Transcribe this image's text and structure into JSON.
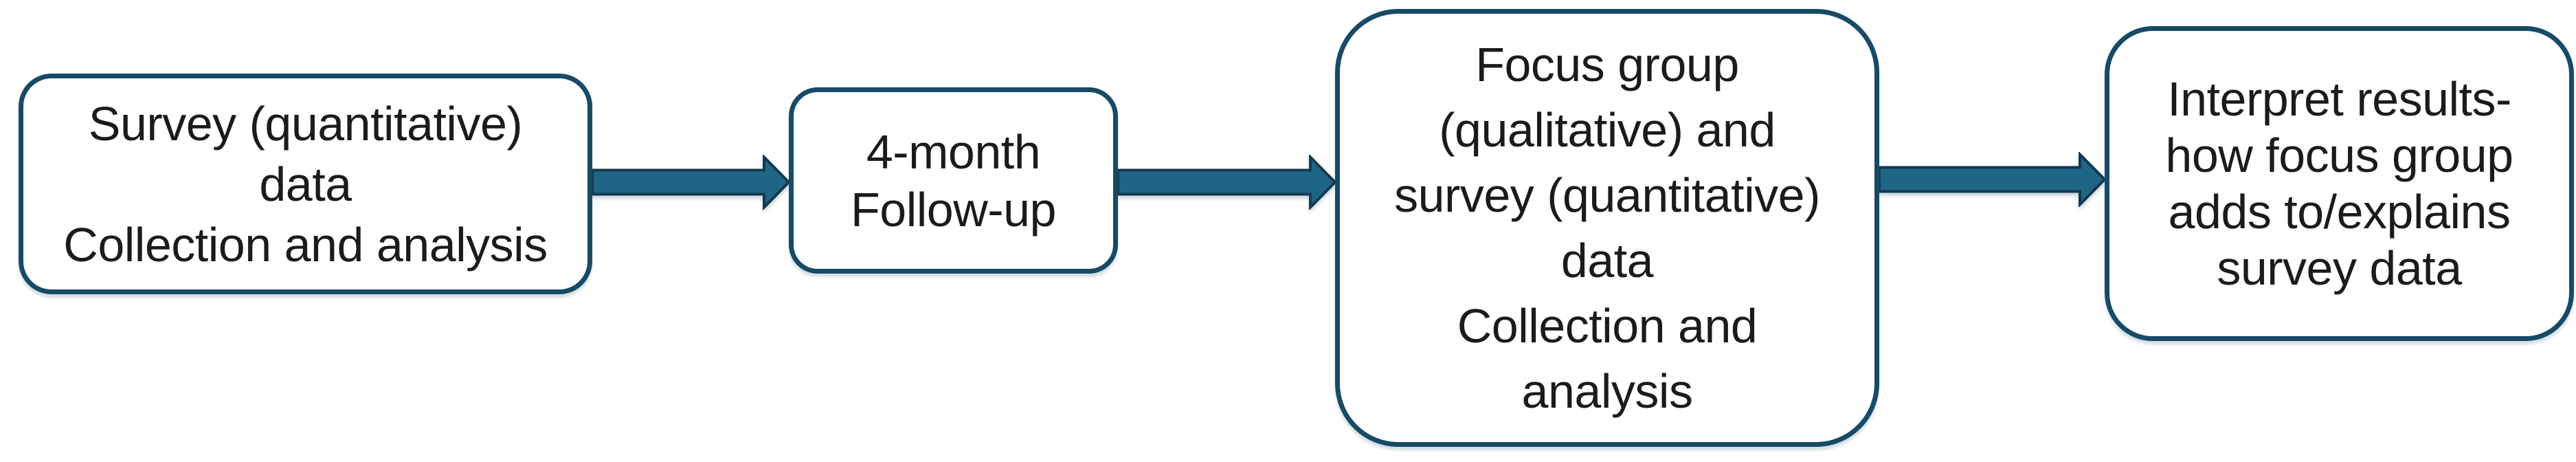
{
  "diagram": {
    "type": "flowchart",
    "direction": "left-to-right",
    "colors": {
      "background": "#ffffff",
      "node_fill": "#ffffff",
      "outline": "#174a66",
      "arrow_fill": "#1f6586",
      "arrow_stroke": "#14394f",
      "text": "#1b1b1b"
    },
    "nodes": [
      {
        "id": "step-1",
        "label": "Survey (quantitative)\ndata\nCollection and analysis"
      },
      {
        "id": "step-2",
        "label": "4-month\nFollow-up"
      },
      {
        "id": "step-3",
        "label": "Focus group\n(qualitative) and\nsurvey (quantitative)\ndata\nCollection and\nanalysis"
      },
      {
        "id": "step-4",
        "label": "Interpret results-\nhow focus group\nadds to/explains\nsurvey data"
      }
    ],
    "connections": [
      {
        "from": "step-1",
        "to": "step-2"
      },
      {
        "from": "step-2",
        "to": "step-3"
      },
      {
        "from": "step-3",
        "to": "step-4"
      }
    ]
  }
}
